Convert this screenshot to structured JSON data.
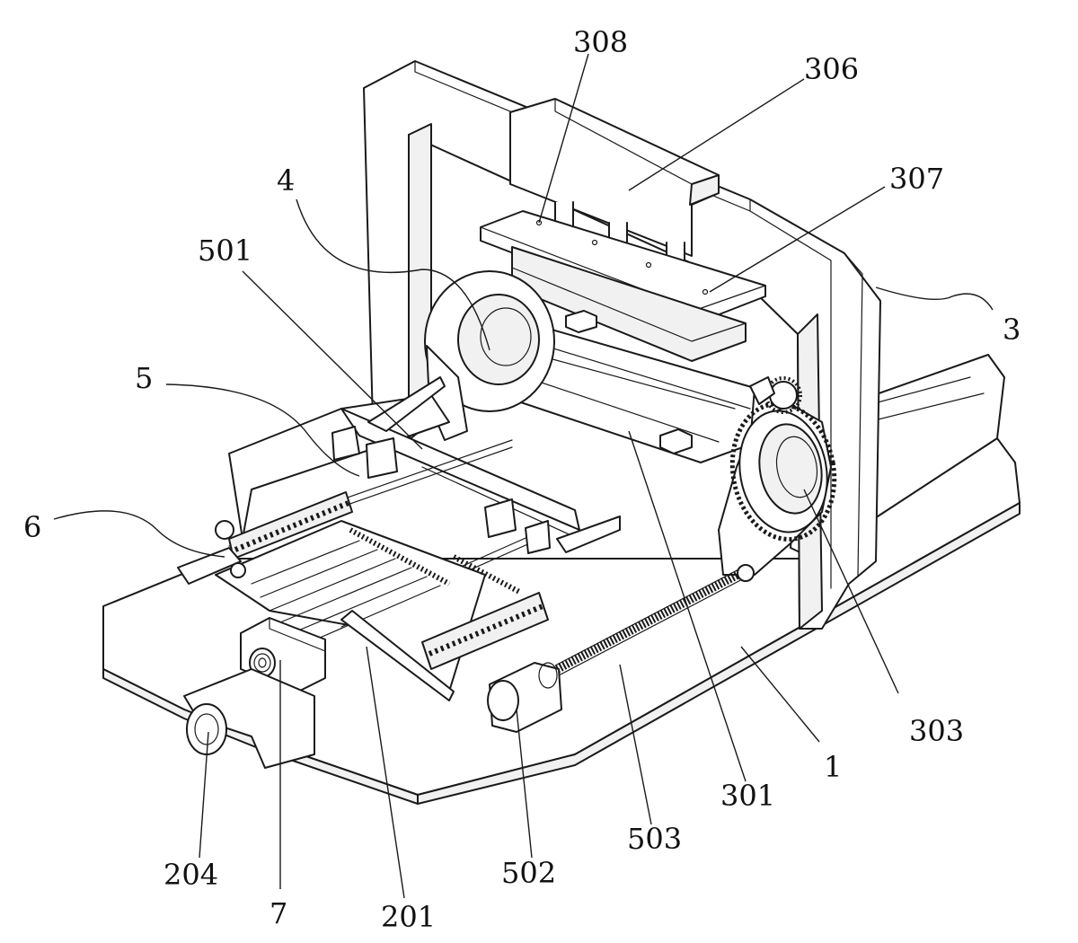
{
  "labels": {
    "l308": "308",
    "l306": "306",
    "l307": "307",
    "l4": "4",
    "l501": "501",
    "l3": "3",
    "l5": "5",
    "l6": "6",
    "l303": "303",
    "l1": "1",
    "l301": "301",
    "l503": "503",
    "l502": "502",
    "l204": "204",
    "l7": "7",
    "l201": "201"
  }
}
